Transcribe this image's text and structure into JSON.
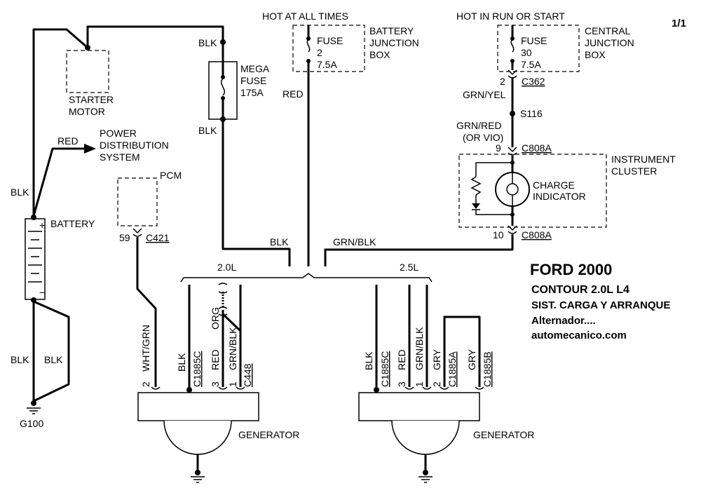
{
  "page": "1/1",
  "header": {
    "hot_at_all_times": "HOT AT ALL TIMES",
    "hot_in_run": "HOT IN RUN OR START"
  },
  "fuse_bjb": {
    "line1": "FUSE",
    "line2": "2",
    "line3": "7.5A",
    "box1": "BATTERY",
    "box2": "JUNCTION",
    "box3": "BOX"
  },
  "fuse_cjb": {
    "line1": "FUSE",
    "line2": "30",
    "line3": "7.5A",
    "box1": "CENTRAL",
    "box2": "JUNCTION",
    "box3": "BOX"
  },
  "starter": {
    "line1": "STARTER",
    "line2": "MOTOR"
  },
  "mega_fuse": {
    "line1": "MEGA",
    "line2": "FUSE",
    "line3": "175A"
  },
  "pds": {
    "line1": "POWER",
    "line2": "DISTRIBUTION",
    "line3": "SYSTEM"
  },
  "battery_label": "BATTERY",
  "battery_plus": "+",
  "battery_minus": "−",
  "pcm_label": "PCM",
  "ground_label": "G100",
  "wires": {
    "blk": "BLK",
    "red": "RED",
    "grn_yel": "GRN/YEL",
    "grn_red": "GRN/RED",
    "or_vio": "(OR VIO)",
    "grn_blk": "GRN/BLK",
    "wht_grn": "WHT/GRN",
    "org": "ORG",
    "gry": "GRY"
  },
  "connectors": {
    "c362": "C362",
    "c362_pin": "2",
    "s116": "S116",
    "c808a": "C808A",
    "c808a_pin_top": "9",
    "c808a_pin_bot": "10",
    "c421": "C421",
    "c421_pin": "59",
    "c1885c": "C1885C",
    "c448": "C448",
    "c1885a": "C1885A",
    "c1885b": "C1885B",
    "pin_1": "1",
    "pin_2": "2",
    "pin_3": "3"
  },
  "instrument_cluster": {
    "line1": "INSTRUMENT",
    "line2": "CLUSTER",
    "charge1": "CHARGE",
    "charge2": "INDICATOR"
  },
  "engines": {
    "e20": "2.0L",
    "e25": "2.5L"
  },
  "generator_label": "GENERATOR",
  "title": {
    "line1": "FORD 2000",
    "line2": "CONTOUR  2.0L  L4",
    "line3": "SIST. CARGA Y ARRANQUE",
    "line4": "Alternador....",
    "line5": "automecanico.com"
  }
}
